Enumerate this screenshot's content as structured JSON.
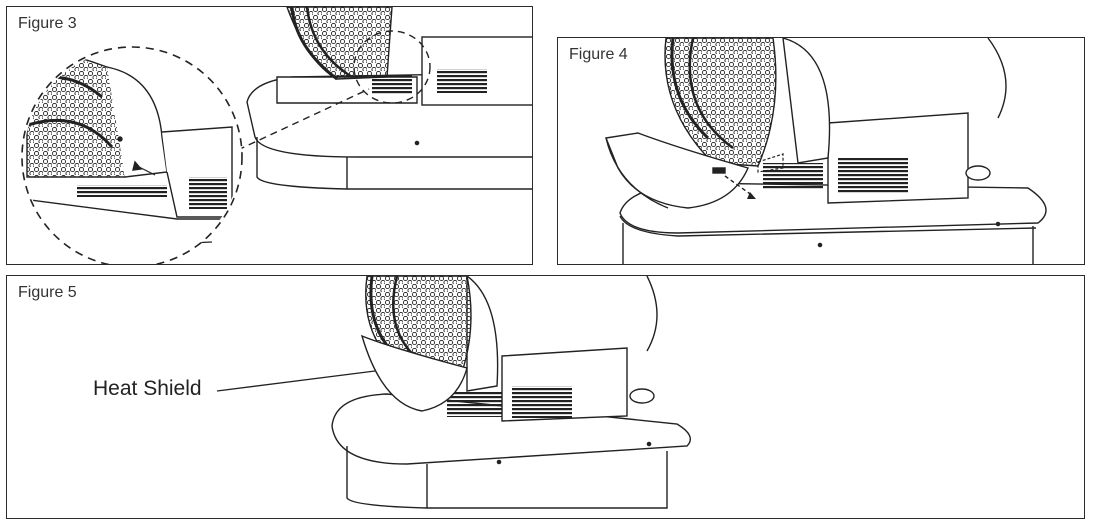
{
  "figures": [
    {
      "label": "Figure 3"
    },
    {
      "label": "Figure 4"
    },
    {
      "label": "Figure 5",
      "callout": "Heat Shield"
    }
  ]
}
